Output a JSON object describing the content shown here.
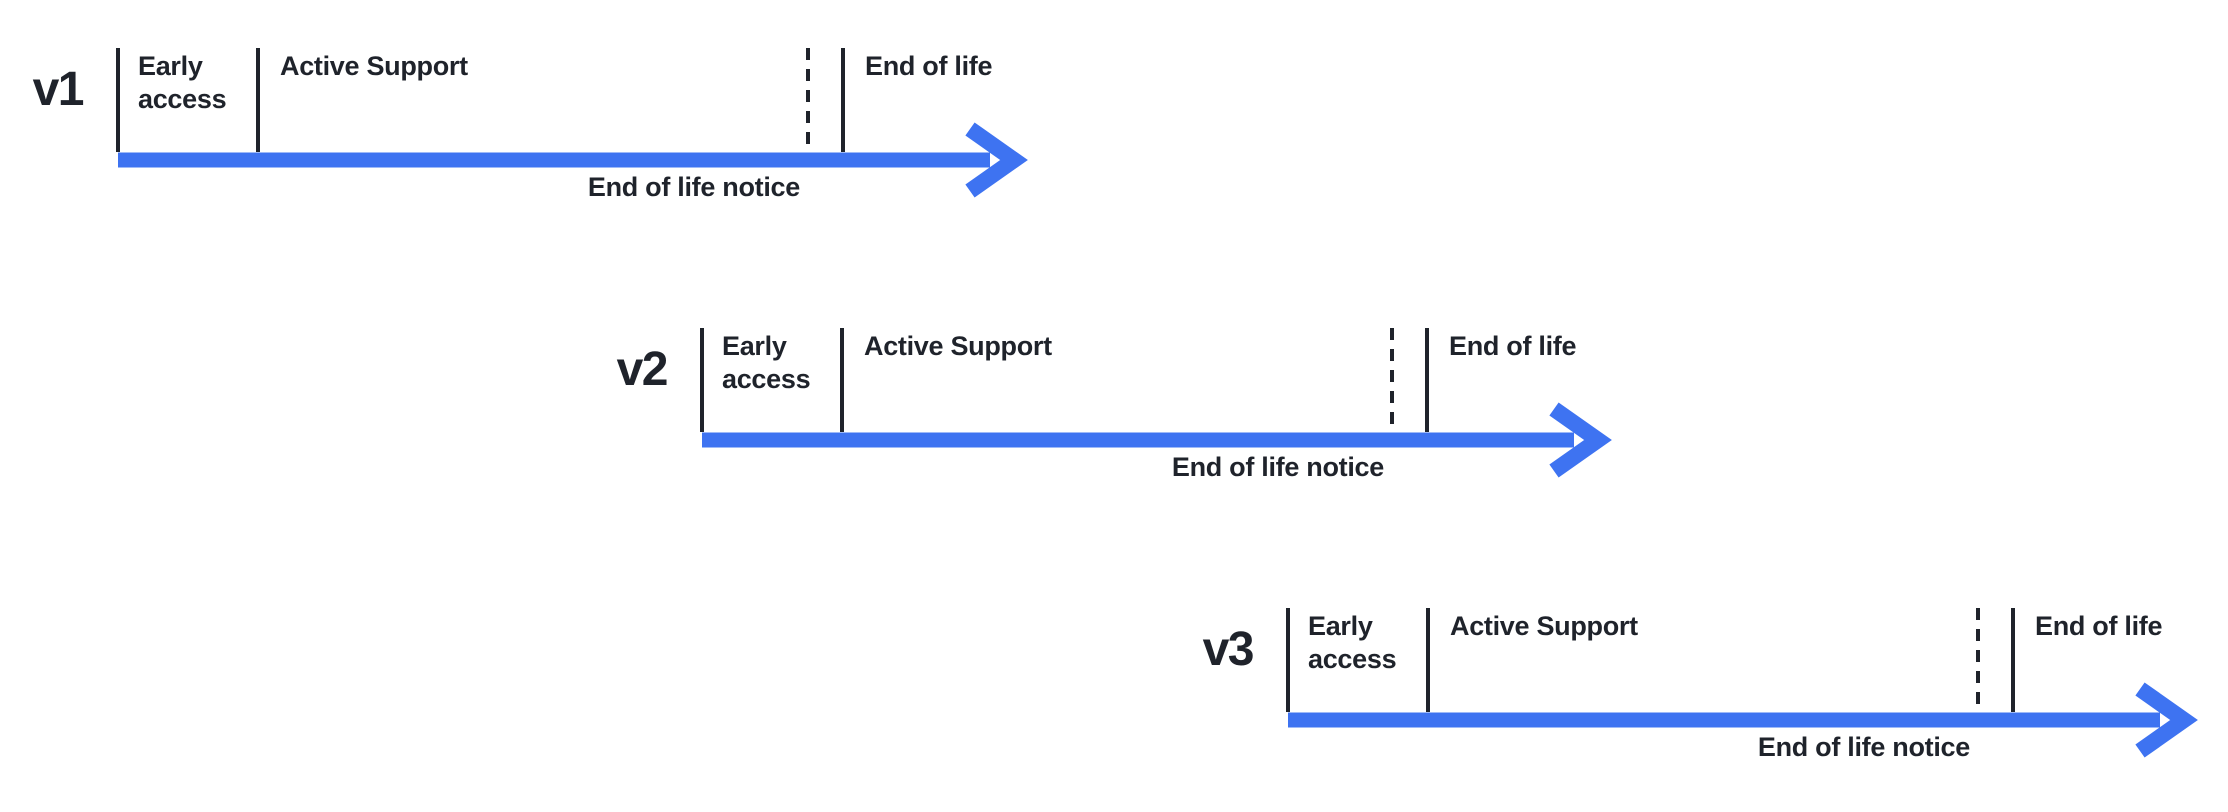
{
  "colors": {
    "arrow_blue": "#3e73f1",
    "ink": "#1f232b",
    "background": "#ffffff"
  },
  "timelines": [
    {
      "version": "v1",
      "phases": {
        "early_access": "Early access",
        "active_support": "Active Support",
        "end_of_life": "End of life"
      },
      "notice": "End of life notice"
    },
    {
      "version": "v2",
      "phases": {
        "early_access": "Early access",
        "active_support": "Active Support",
        "end_of_life": "End of life"
      },
      "notice": "End of life notice"
    },
    {
      "version": "v3",
      "phases": {
        "early_access": "Early access",
        "active_support": "Active Support",
        "end_of_life": "End of life"
      },
      "notice": "End of life notice"
    }
  ]
}
